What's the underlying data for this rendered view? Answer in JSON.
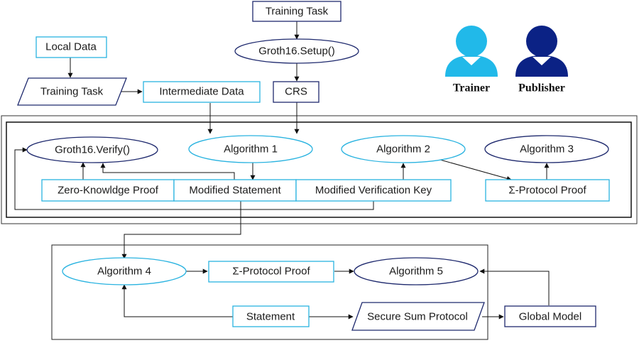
{
  "colors": {
    "trainer": "#21b9e9",
    "publisher": "#0b2285",
    "trainer_outline": "#2ab3e0",
    "publisher_outline": "#1f2a6e"
  },
  "nodes": {
    "training_task_top": "Training Task",
    "groth16_setup": "Groth16.Setup()",
    "local_data": "Local Data",
    "training_task_input": "Training Task",
    "intermediate_data": "Intermediate Data",
    "crs": "CRS",
    "groth16_verify": "Groth16.Verify()",
    "algorithm_1": "Algorithm 1",
    "algorithm_2": "Algorithm 2",
    "algorithm_3": "Algorithm 3",
    "zero_knowledge_proof": "Zero-Knowldge Proof",
    "modified_statement": "Modified Statement",
    "modified_verification_key": "Modified Verification Key",
    "sigma_protocol_proof_top": "Σ-Protocol Proof",
    "algorithm_4": "Algorithm 4",
    "sigma_protocol_proof_bottom": "Σ-Protocol Proof",
    "algorithm_5": "Algorithm 5",
    "statement": "Statement",
    "secure_sum_protocol": "Secure Sum Protocol",
    "global_model": "Global Model"
  },
  "legend": {
    "trainer_label": "Trainer",
    "trainer_icon": "person-icon",
    "publisher_label": "Publisher",
    "publisher_icon": "person-icon"
  }
}
